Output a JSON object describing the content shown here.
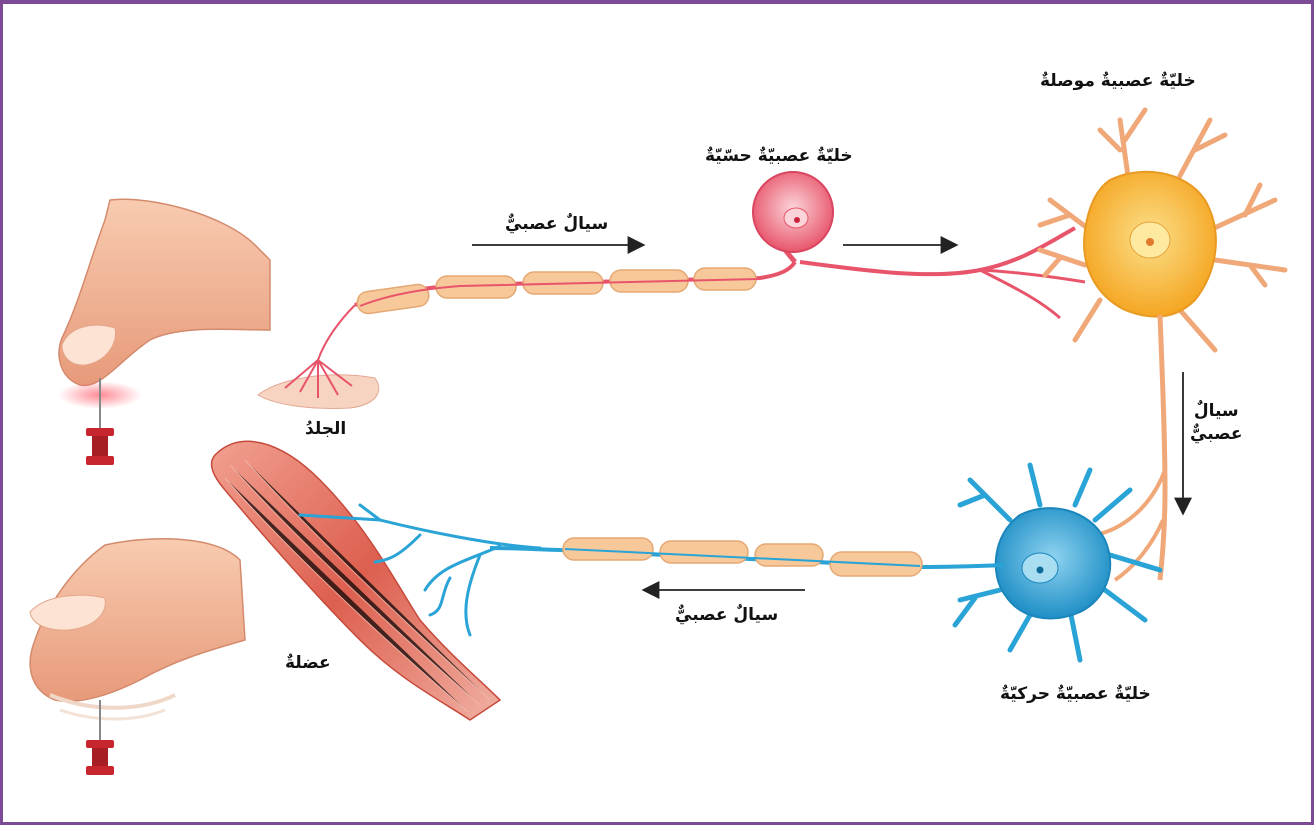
{
  "labels": {
    "interneuron": "خليّةٌ عصبيةٌ موصلةٌ",
    "sensory_neuron": "خليّةٌ عصبيّةٌ حسّيّةٌ",
    "motor_neuron": "خليّةٌ عصبيّةٌ حركيّةٌ",
    "impulse_top": "سيالٌ عصبيٌّ",
    "impulse_right_line1": "سيالٌ",
    "impulse_right_line2": "عصبيٌّ",
    "impulse_bottom": "سيالٌ عصبيٌّ",
    "skin": "الجلدُ",
    "muscle": "عضلةٌ"
  },
  "colors": {
    "frame": "#7d4a96",
    "sensory": "#e8556b",
    "interneuron": "#f7b43a",
    "interneuron_axon": "#f0a878",
    "motor": "#2aa3d6",
    "myelin": "#f7c99a",
    "muscle": "#e06a5a",
    "finger": "#f4b89a",
    "pin": "#c8262e"
  }
}
